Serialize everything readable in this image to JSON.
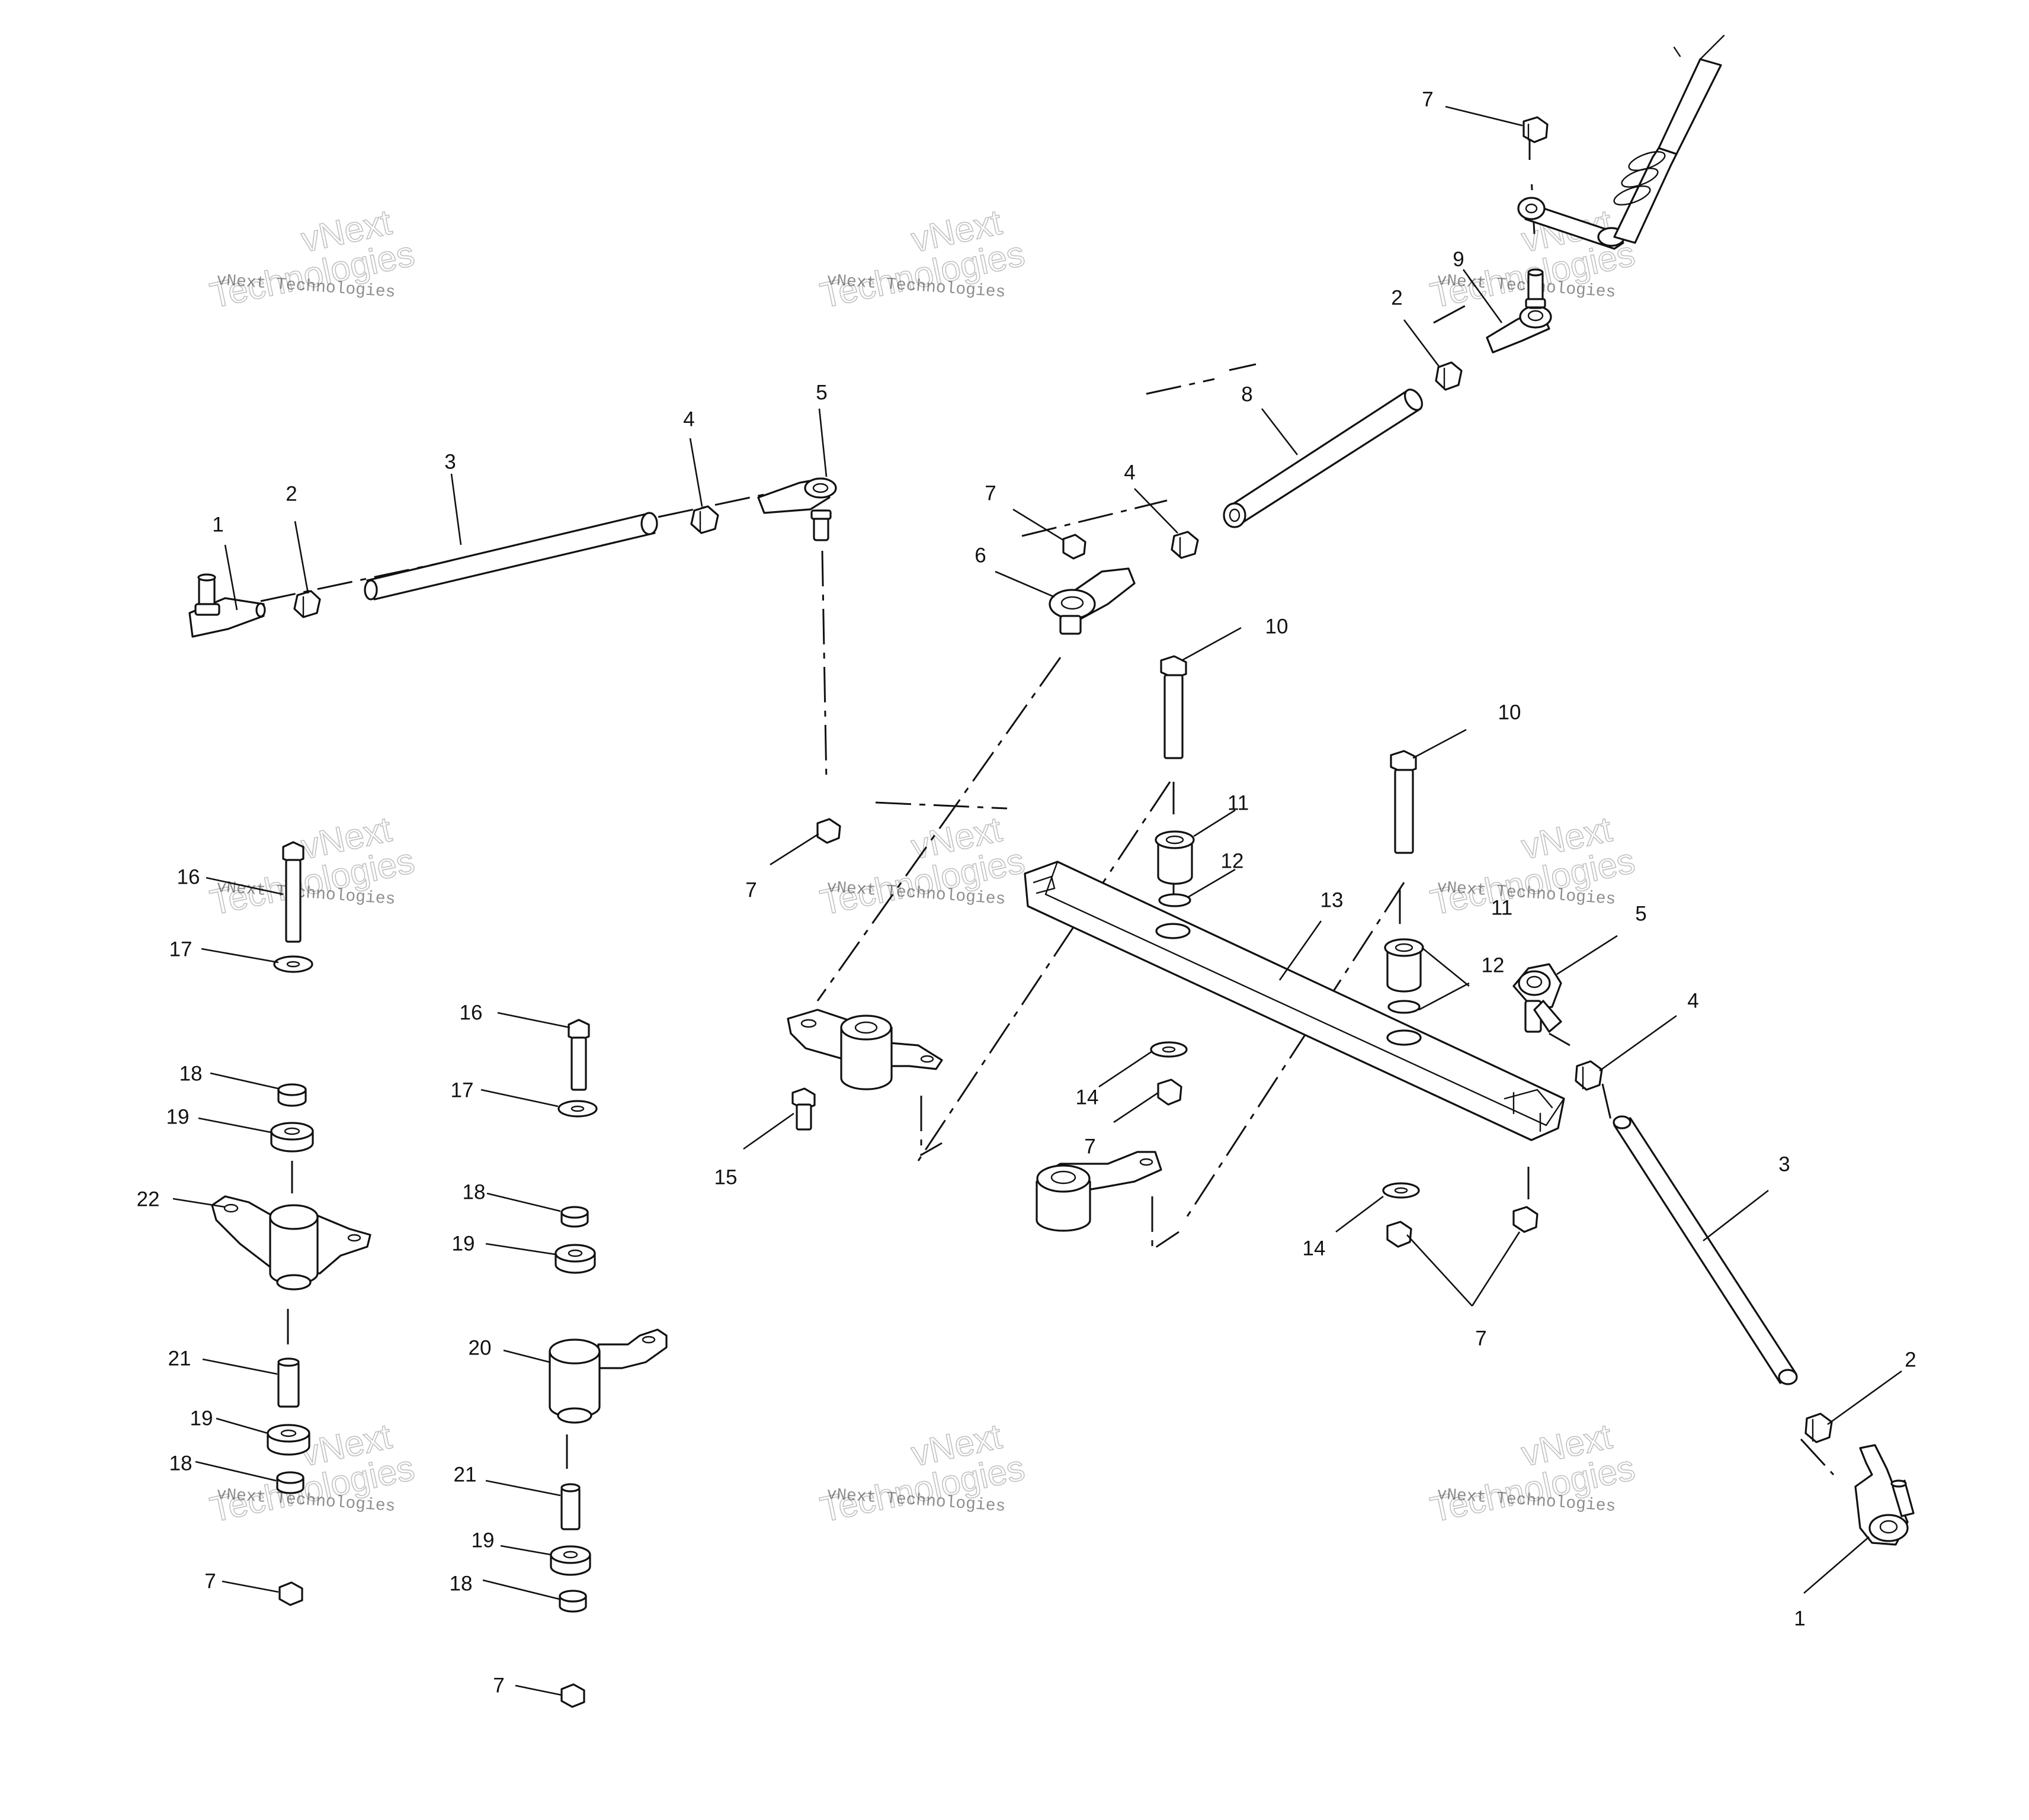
{
  "watermark": {
    "line1": "vNext Technologies",
    "line2": "vNext",
    "line3": "Technologies"
  },
  "callouts": {
    "c1_left": "1",
    "c2_left": "2",
    "c3_left": "3",
    "c4_left": "4",
    "c5_left": "5",
    "c6": "6",
    "c7_left_top": "7",
    "c8": "8",
    "c4_mid": "4",
    "c2_top": "2",
    "c9": "9",
    "c7_top": "7",
    "c10_a": "10",
    "c10_b": "10",
    "c11_a": "11",
    "c11_b": "11",
    "c12_a": "12",
    "c12_b": "12",
    "c13": "13",
    "c7_mid": "7",
    "c5_right": "5",
    "c4_right": "4",
    "c3_right": "3",
    "c2_right": "2",
    "c1_right": "1",
    "c14_a": "14",
    "c14_b": "14",
    "c7_b": "7",
    "c7_c": "7",
    "c15": "15",
    "c16_a": "16",
    "c17_a": "17",
    "c18_a": "18",
    "c19_a": "19",
    "c22": "22",
    "c21_a": "21",
    "c19_b": "19",
    "c18_b": "18",
    "c7_d": "7",
    "c16_b": "16",
    "c17_b": "17",
    "c18_c": "18",
    "c19_c": "19",
    "c20": "20",
    "c21_b": "21",
    "c19_d": "19",
    "c18_d": "18",
    "c7_e": "7"
  }
}
